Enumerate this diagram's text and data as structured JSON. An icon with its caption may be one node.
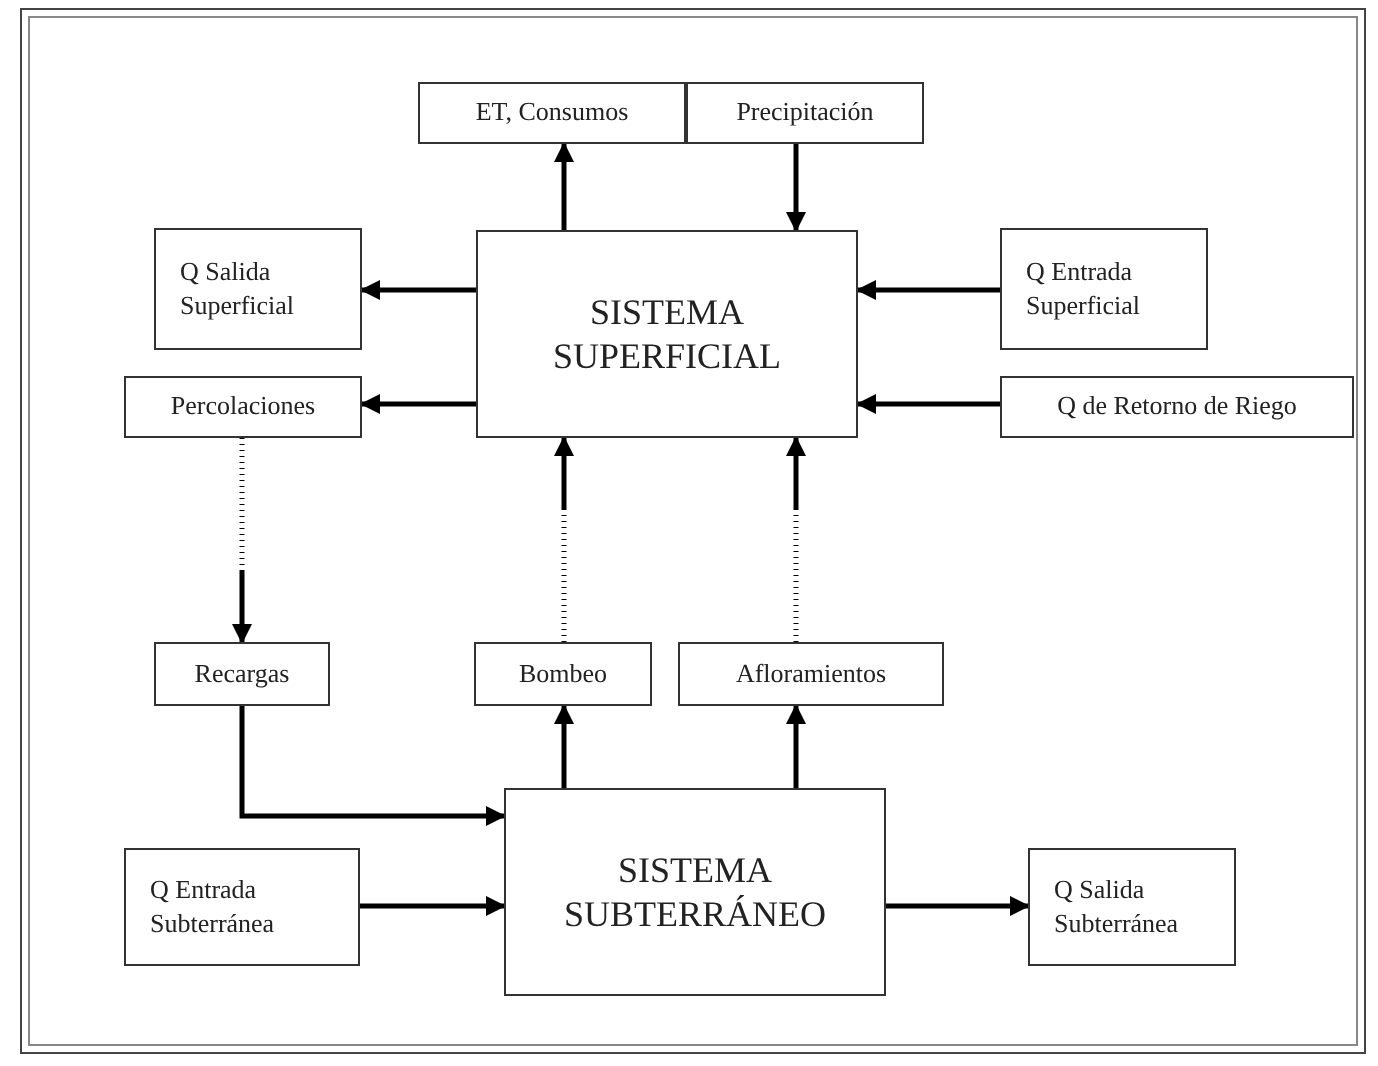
{
  "diagram": {
    "nodes": [
      {
        "text": [
          "ET, Consumos"
        ]
      },
      {
        "text": [
          "Precipitación"
        ]
      },
      {
        "text": [
          "Q Salida Superficial"
        ]
      },
      {
        "text": [
          "SISTEMA SUPERFICIAL"
        ]
      },
      {
        "text": [
          "Q Entrada Superficial"
        ]
      },
      {
        "text": [
          "Percolaciones"
        ]
      },
      {
        "text": [
          "Q de Retorno de Riego"
        ]
      },
      {
        "text": [
          "Recargas"
        ]
      },
      {
        "text": [
          "Bombeo"
        ]
      },
      {
        "text": [
          "Afloramientos"
        ]
      },
      {
        "text": [
          "SISTEMA SUBTERRÁNEO"
        ]
      },
      {
        "text": [
          "Q Entrada Subterránea"
        ]
      },
      {
        "text": [
          "Q Salida Subterránea"
        ]
      }
    ],
    "edges": [
      {
        "from": 3,
        "to": 0,
        "arrow": "to"
      },
      {
        "from": 1,
        "to": 3,
        "arrow": "to"
      },
      {
        "from": 3,
        "to": 2,
        "arrow": "to"
      },
      {
        "from": 4,
        "to": 3,
        "arrow": "to"
      },
      {
        "from": 3,
        "to": 5,
        "arrow": "to"
      },
      {
        "from": 6,
        "to": 3,
        "arrow": "to"
      },
      {
        "from": 5,
        "to": 7,
        "arrow": "to",
        "style": "dashed"
      },
      {
        "from": 8,
        "to": 3,
        "arrow": "to",
        "style": "dashed"
      },
      {
        "from": 9,
        "to": 3,
        "arrow": "to",
        "style": "dashed"
      },
      {
        "from": 10,
        "to": 8,
        "arrow": "to"
      },
      {
        "from": 10,
        "to": 9,
        "arrow": "to"
      },
      {
        "from": 7,
        "to": 10,
        "arrow": "to"
      },
      {
        "from": 11,
        "to": 10,
        "arrow": "to"
      },
      {
        "from": 10,
        "to": 12,
        "arrow": "to"
      }
    ]
  }
}
